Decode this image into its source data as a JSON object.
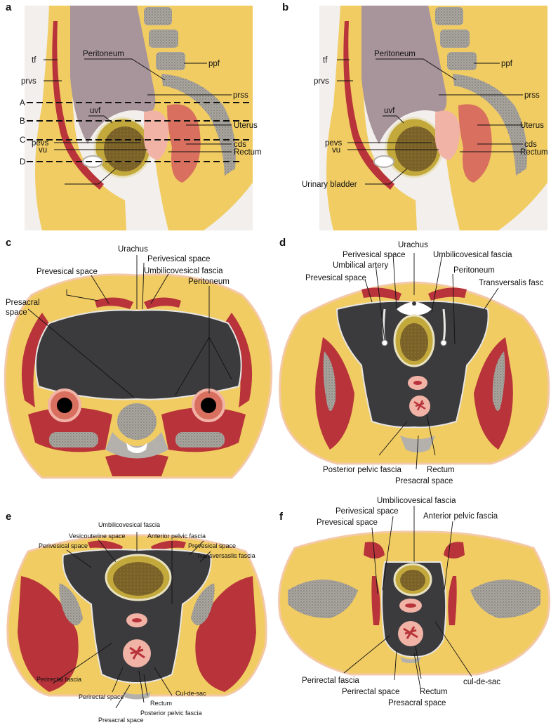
{
  "panels": {
    "a": {
      "letter": "a",
      "labels": {
        "tf": "tf",
        "peritoneum": "Peritoneum",
        "ppf": "ppf",
        "prvs": "prvs",
        "prss": "prss",
        "uvf": "uvf",
        "uterus": "Uterus",
        "pevs": "pevs",
        "vu": "vu",
        "cds": "cds",
        "rectum": "Rectum"
      },
      "levels": [
        "A",
        "B",
        "C",
        "D"
      ]
    },
    "b": {
      "letter": "b",
      "labels": {
        "tf": "tf",
        "peritoneum": "Peritoneum",
        "ppf": "ppf",
        "prvs": "prvs",
        "prss": "prss",
        "uvf": "uvf",
        "uterus": "Uterus",
        "pevs": "pevs",
        "vu": "vu",
        "cds": "cds",
        "rectum": "Rectum",
        "bladder": "Urinary bladder"
      }
    },
    "c": {
      "letter": "c",
      "labels": {
        "urachus": "Urachus",
        "perivesical": "Perivesical space",
        "prevesical": "Prevesical space",
        "umbilicovesical": "Umbilicovesical fascia",
        "peritoneum": "Peritoneum",
        "presacral1": "Presacral",
        "presacral2": "space"
      }
    },
    "d": {
      "letter": "d",
      "labels": {
        "urachus": "Urachus",
        "perivesical": "Perivesical space",
        "umbilicovesical": "Umbilicovesical fascia",
        "umbilical_artery": "Umbilical artery",
        "peritoneum": "Peritoneum",
        "prevesical": "Prevesical space",
        "transversalis": "Transversalis fasc",
        "posterior_pelvic": "Posterior pelvic fascia",
        "rectum": "Rectum",
        "presacral": "Presacral space"
      }
    },
    "e": {
      "letter": "e",
      "labels": {
        "umbilicovesical": "Umbilicovesical fascia",
        "vesicouterine": "Vesicouterine space",
        "anterior_pelvic": "Anterior pelvic fascia",
        "perivesical": "Perivesical space",
        "prevesical": "Prevesical space",
        "transversalis": "Transversaslis fascia",
        "perirectal_fascia": "Perirectal fascia",
        "cul_de_sac": "Cul-de-sac",
        "perirectal_space": "Perirectal space",
        "rectum": "Rectum",
        "posterior_pelvic": "Posterior pelvic fascia",
        "presacral": "Presacral space"
      }
    },
    "f": {
      "letter": "f",
      "labels": {
        "umbilicovesical": "Umbilicovesical fascia",
        "perivesical": "Perivesical space",
        "prevesical": "Prevesical space",
        "anterior_pelvic": "Anterior pelvic fascia",
        "perirectal_fascia": "Perirectal fascia",
        "perirectal_space": "Perirectal space",
        "rectum": "Rectum",
        "cul_de_sac": "cul-de-sac",
        "presacral": "Presacral space"
      }
    }
  },
  "colors": {
    "fat": "#f1cc63",
    "skin": "#f4c9a8",
    "muscle": "#b8333a",
    "dark_space": "#3b3b3e",
    "cavity": "#a8949b",
    "bone": "#b4b1ad",
    "bladder": "#c3a93c",
    "bladder_content": "#7a6128",
    "pink": "#f2b3a7",
    "rectum": "#d9705f",
    "background": "#f2efec"
  }
}
